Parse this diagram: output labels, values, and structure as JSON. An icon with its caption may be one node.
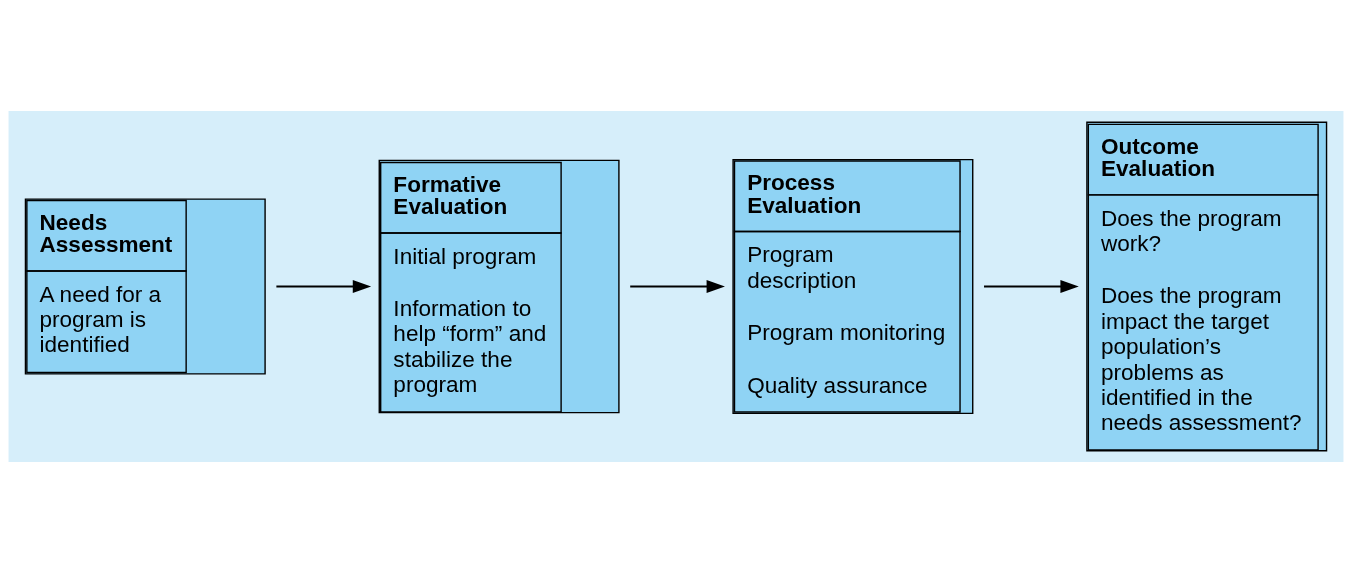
{
  "diagram": {
    "nodes": [
      {
        "text": [
          "Needs Assessment",
          "A need for a program is identified"
        ]
      },
      {
        "text": [
          "Formative Evaluation",
          "Initial program",
          "Information to help “form” and stabilize the program"
        ]
      },
      {
        "text": [
          "Process Evaluation",
          "Program description",
          "Program monitoring",
          "Quality assurance"
        ]
      },
      {
        "text": [
          "Outcome Evaluation",
          "Does the program work?",
          "Does the program impact the target population’s problems as identified in the needs assessment?"
        ]
      }
    ],
    "edges": [
      {
        "from": 0,
        "to": 1,
        "arrow": "to"
      },
      {
        "from": 1,
        "to": 2,
        "arrow": "to"
      },
      {
        "from": 2,
        "to": 3,
        "arrow": "to"
      }
    ]
  }
}
